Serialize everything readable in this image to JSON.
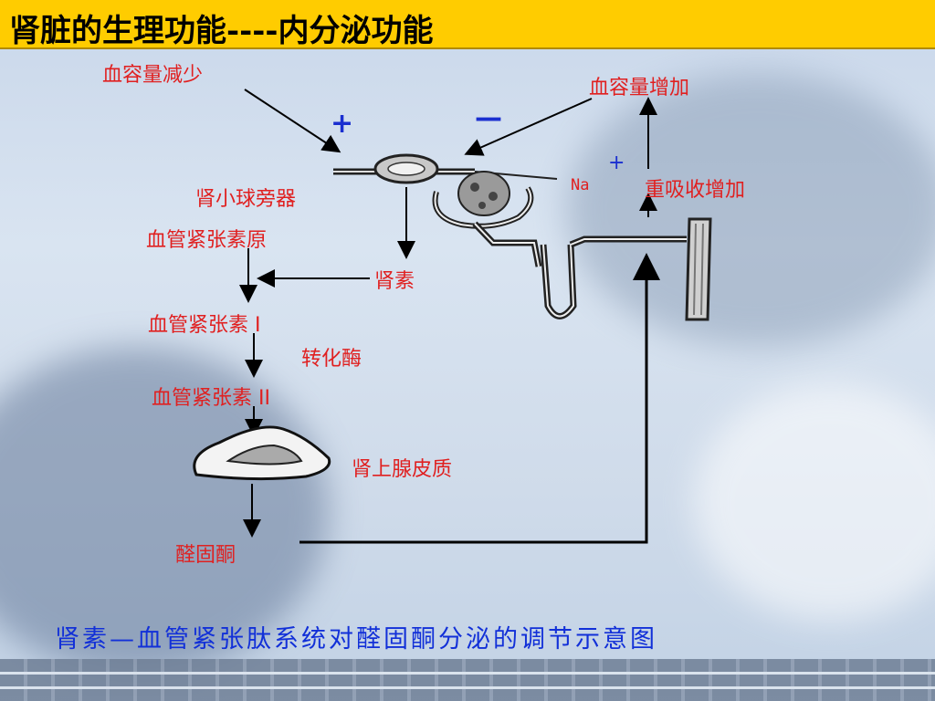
{
  "header": {
    "title": "肾脏的生理功能----内分泌功能"
  },
  "labels": {
    "blood_volume_decrease": "血容量减少",
    "blood_volume_increase": "血容量增加",
    "plus": "+",
    "minus": "—",
    "jga": "肾小球旁器",
    "na": "Na",
    "na_plus": "+",
    "reabsorption": "重吸收增加",
    "angiotensinogen": "血管紧张素原",
    "renin": "肾素",
    "angiotensin_1": "血管紧张素 I",
    "converting_enzyme": "转化酶",
    "angiotensin_2": "血管紧张素 II",
    "adrenal_cortex": "肾上腺皮质",
    "aldosterone": "醛固酮"
  },
  "caption": "肾素—血管紧张肽系统对醛固酮分泌的调节示意图",
  "colors": {
    "title_bg": "#ffcc00",
    "label_red": "#e02020",
    "caption_blue": "#1230d8",
    "sign_blue": "#1a2fd0"
  }
}
